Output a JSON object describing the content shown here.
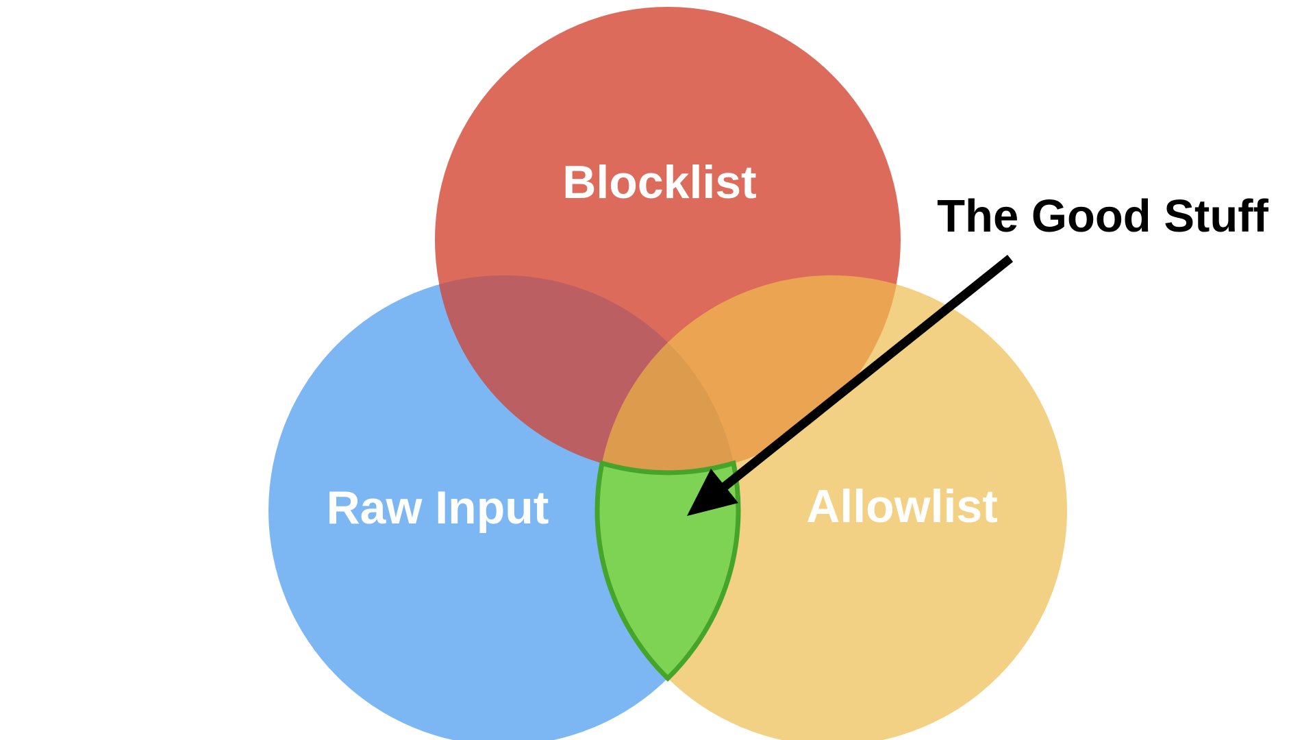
{
  "canvas": {
    "background": "#FFFFFF"
  },
  "venn": {
    "circles": [
      {
        "id": "blocklist",
        "label": "Blocklist",
        "color": "#DC6B5C",
        "label_color": "#FFFFFF"
      },
      {
        "id": "raw-input",
        "label": "Raw Input",
        "color": "#7CB7F3",
        "label_color": "#FFFFFF"
      },
      {
        "id": "allowlist",
        "label": "Allowlist",
        "color": "#F2D184",
        "label_color": "#FFFFFF"
      }
    ],
    "overlaps": {
      "blocklist_raw_input_color": "#BC5F62",
      "blocklist_allowlist_color": "#EBA451",
      "all_three_color": "#DD9B4D"
    },
    "highlight": {
      "fill": "#7ED355",
      "border": "#45A52B"
    },
    "annotation": {
      "label": "The Good Stuff",
      "text_color": "#000000",
      "arrow_color": "#000000"
    }
  }
}
